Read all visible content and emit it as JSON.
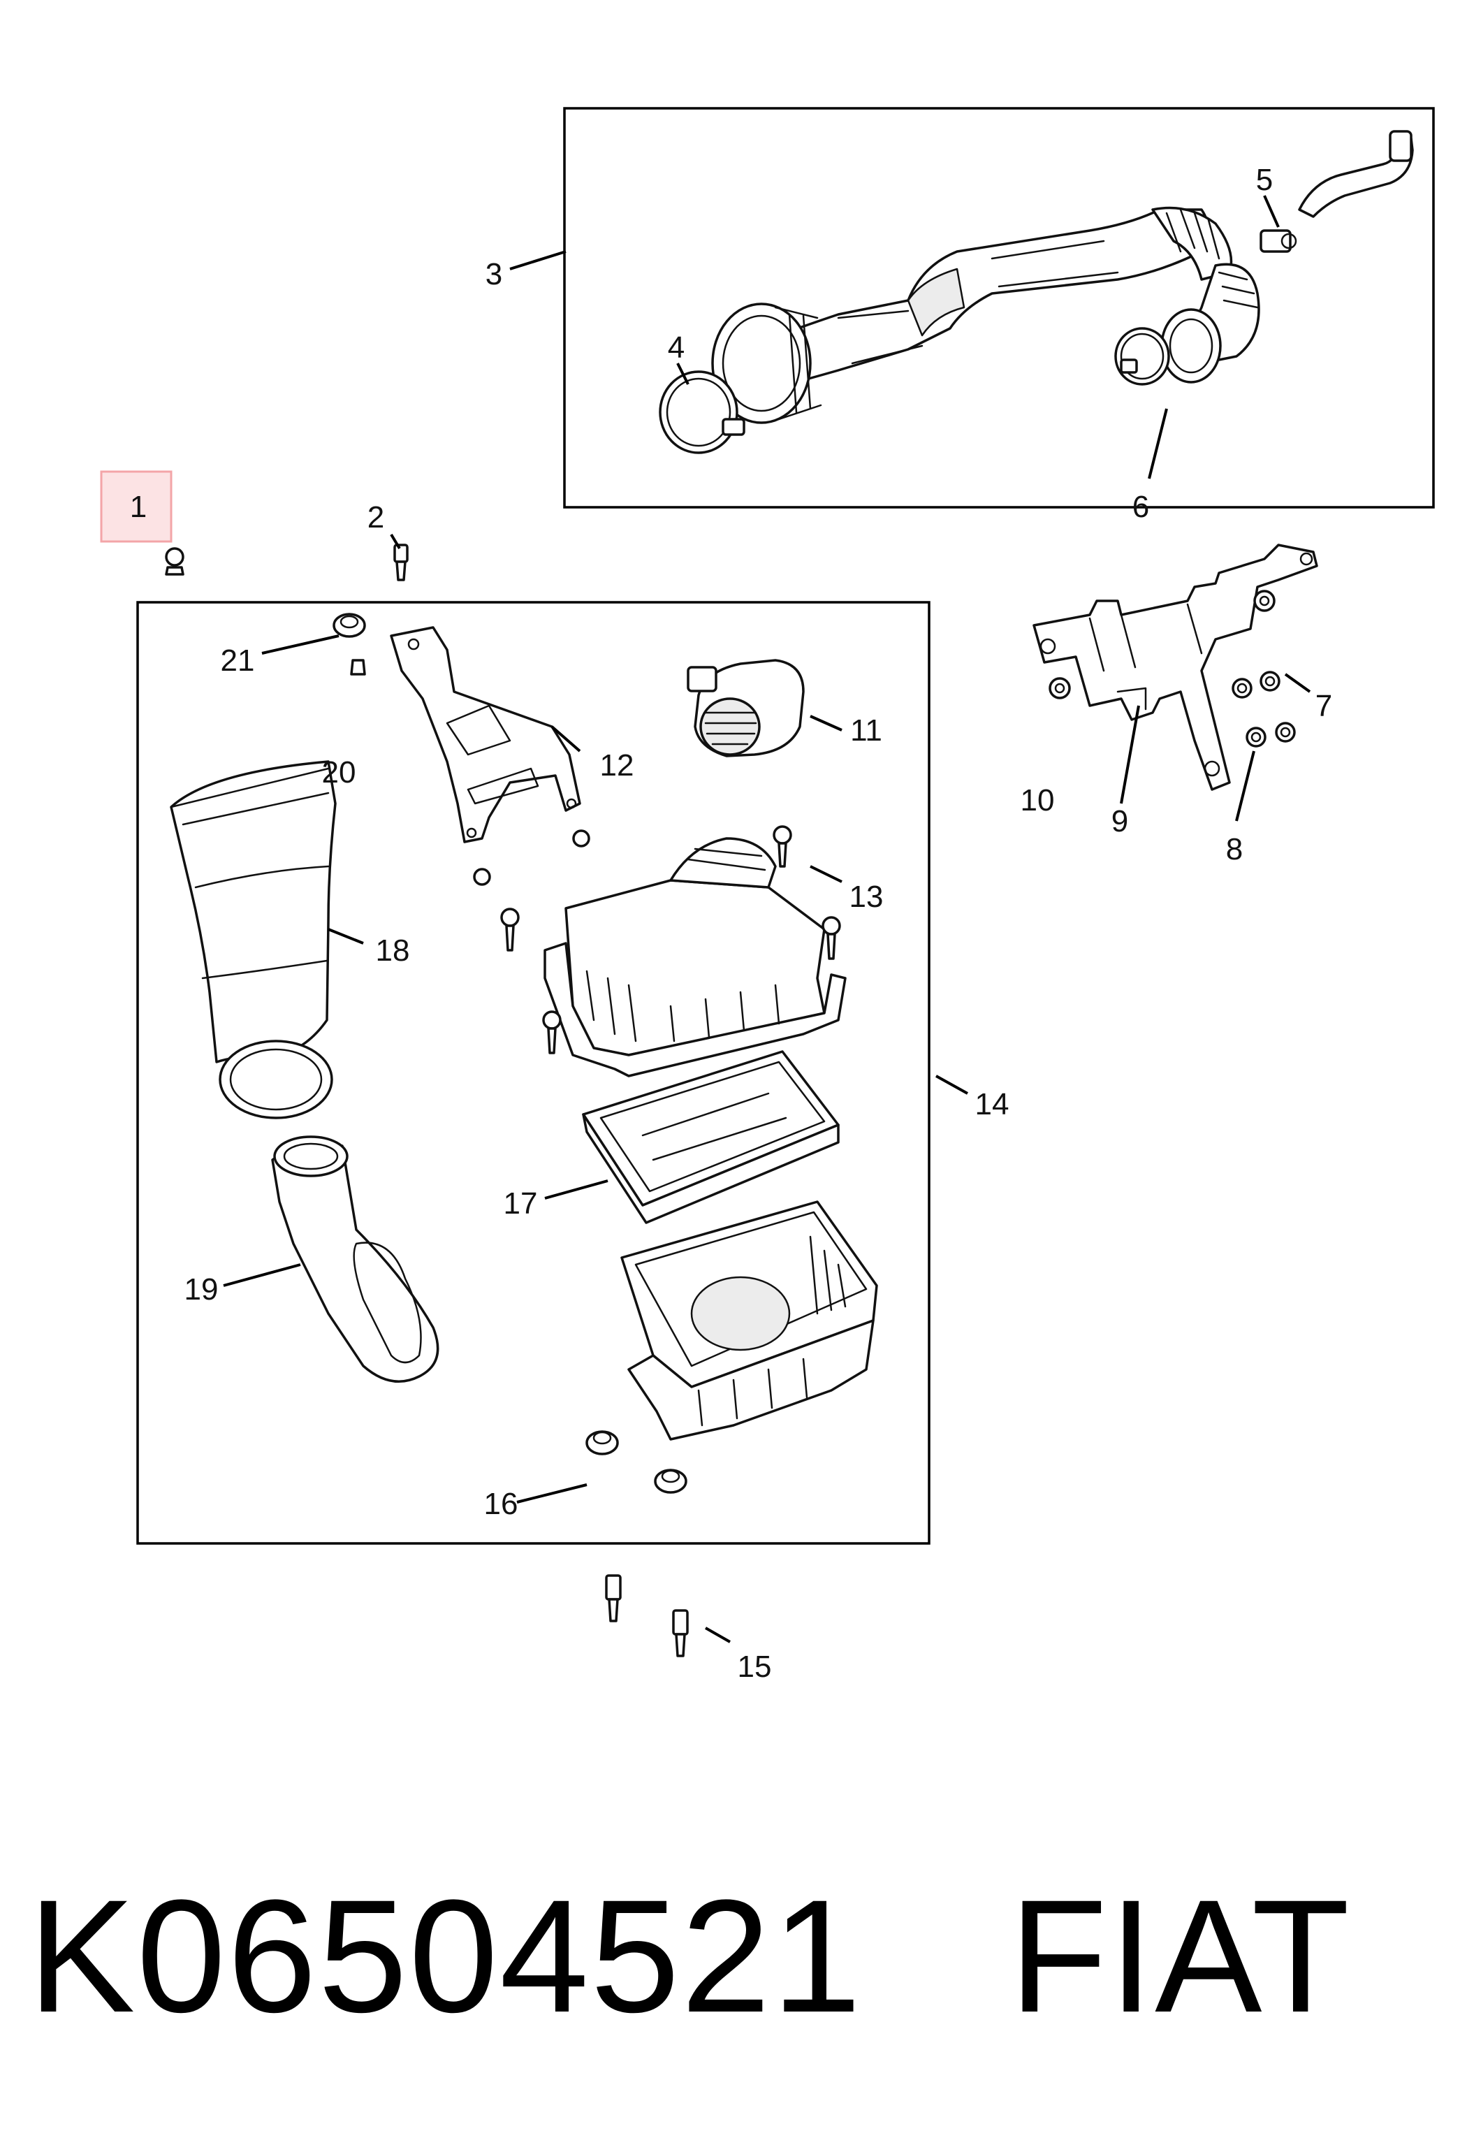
{
  "highlight_color": "#f3a5a8",
  "callouts": {
    "c1": "1",
    "c2": "2",
    "c3": "3",
    "c4": "4",
    "c5": "5",
    "c6": "6",
    "c7": "7",
    "c8": "8",
    "c9": "9",
    "c10": "10",
    "c11": "11",
    "c12": "12",
    "c13": "13",
    "c14": "14",
    "c15": "15",
    "c16": "16",
    "c17": "17",
    "c18": "18",
    "c19": "19",
    "c20": "20",
    "c21": "21"
  },
  "footer": {
    "part_number": "K06504521",
    "brand": "FIAT"
  }
}
